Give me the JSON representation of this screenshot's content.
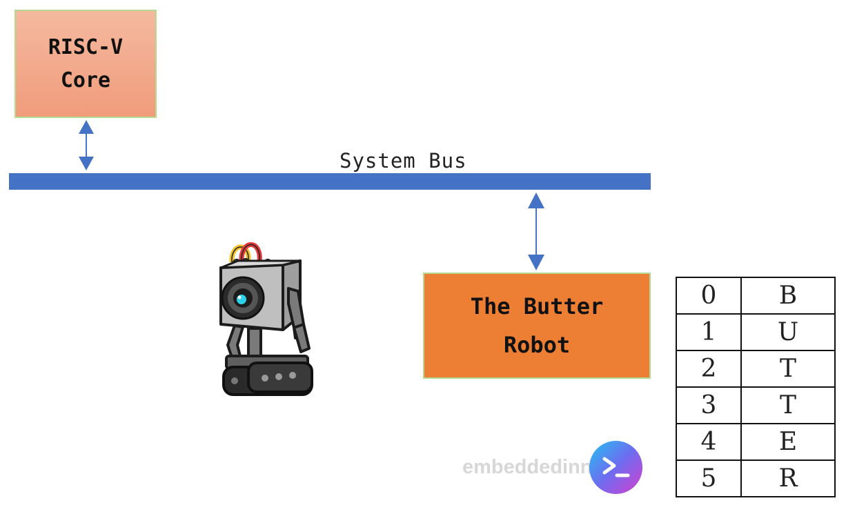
{
  "colors": {
    "core_fill_top": "#f4b69a",
    "core_fill_bottom": "#f0a07f",
    "peripheral_fill": "#ec7f33",
    "bus": "#4472c4",
    "block_border": "#b5d98f"
  },
  "diagram": {
    "core_label": "RISC-V\nCore",
    "bus_label": "System Bus",
    "peripheral_label": "The Butter\nRobot"
  },
  "memory_table": {
    "rows": [
      {
        "address": "0",
        "value": "B"
      },
      {
        "address": "1",
        "value": "U"
      },
      {
        "address": "2",
        "value": "T"
      },
      {
        "address": "3",
        "value": "T"
      },
      {
        "address": "4",
        "value": "E"
      },
      {
        "address": "5",
        "value": "R"
      }
    ]
  },
  "branding": {
    "watermark_text": "embeddedinn",
    "logo_icon": "terminal-prompt-icon"
  },
  "illustration": {
    "icon": "butter-robot-icon"
  }
}
